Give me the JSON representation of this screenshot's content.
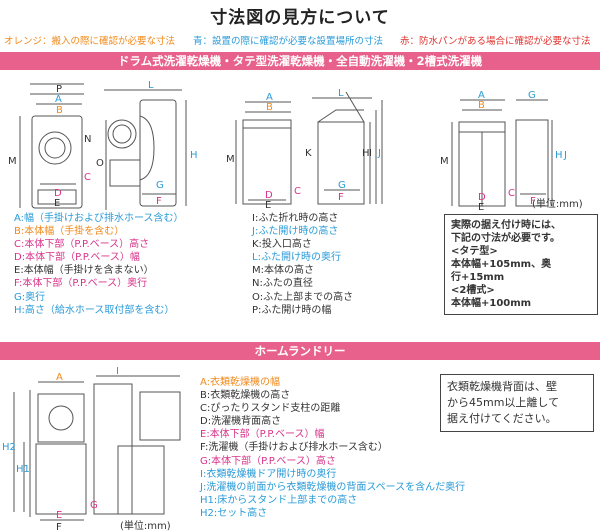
{
  "title": "寸法図の見方について",
  "legend": [
    {
      "text": "オレンジ：搬入の際に確認が必要な寸法",
      "color": "#f08a1c"
    },
    {
      "text": "青：設置の際に確認が必要な設置場所の寸法",
      "color": "#2a9bd8"
    },
    {
      "text": "赤：防水パンがある場合に確認が必要な寸法",
      "color": "#e0332f"
    }
  ],
  "section1_title": "ドラム式洗濯乾燥機・タテ型洗濯乾燥機・全自動洗濯機・2槽式洗濯機",
  "section2_title": "ホームランドリー",
  "unit": "(単位:mm)",
  "colors": {
    "orange": "#f08a1c",
    "blue": "#2a9bd8",
    "red": "#e0332f",
    "magenta": "#d8338b",
    "pink_bar": "#e8618c",
    "gray": "#333333"
  },
  "section1_left": [
    {
      "text": "A:幅（手掛けおよび排水ホース含む）",
      "color": "#2a9bd8"
    },
    {
      "text": "B:本体幅（手掛を含む）",
      "color": "#f08a1c"
    },
    {
      "text": "C:本体下部（P.P.ベース）高さ",
      "color": "#d8338b"
    },
    {
      "text": "D:本体下部（P.P.ベース）幅",
      "color": "#d8338b"
    },
    {
      "text": "E:本体幅（手掛けを含まない）",
      "color": "#333333"
    },
    {
      "text": "F:本体下部（P.P.ベース）奥行",
      "color": "#d8338b"
    },
    {
      "text": "G:奥行",
      "color": "#2a9bd8"
    },
    {
      "text": "H:高さ（給水ホース取付部を含む）",
      "color": "#2a9bd8"
    }
  ],
  "section1_right": [
    {
      "text": "I:ふた折れ時の高さ",
      "color": "#333333"
    },
    {
      "text": "J:ふた開け時の高さ",
      "color": "#2a9bd8"
    },
    {
      "text": "K:投入口高さ",
      "color": "#333333"
    },
    {
      "text": "L:ふた開け時の奥行",
      "color": "#2a9bd8"
    },
    {
      "text": "M:本体の高さ",
      "color": "#333333"
    },
    {
      "text": "N:ふたの直径",
      "color": "#333333"
    },
    {
      "text": "O:ふた上部までの高さ",
      "color": "#333333"
    },
    {
      "text": "P:ふた開け時の幅",
      "color": "#333333"
    }
  ],
  "note1": [
    "実際の据え付け時には、",
    "下記の寸法が必要です。",
    "<タテ型>",
    "本体幅+105mm、奥",
    "行+15mm",
    "<2槽式>",
    "本体幅+100mm"
  ],
  "section2_list": [
    {
      "text": "A:衣類乾燥機の幅",
      "color": "#f08a1c"
    },
    {
      "text": "B:衣類乾燥機の高さ",
      "color": "#333333"
    },
    {
      "text": "C:ぴったりスタンド支柱の距離",
      "color": "#333333"
    },
    {
      "text": "D:洗濯機背面高さ",
      "color": "#333333"
    },
    {
      "text": "E:本体下部（P.P.ベース）幅",
      "color": "#d8338b"
    },
    {
      "text": "F:洗濯機（手掛けおよび排水ホース含む）",
      "color": "#333333"
    },
    {
      "text": "G:本体下部（P.P.ベース）高さ",
      "color": "#d8338b"
    },
    {
      "text": "I:衣類乾燥機ドア開け時の奥行",
      "color": "#2a9bd8"
    },
    {
      "text": "J:洗濯機の前面から衣類乾燥機の背面スペースを含んだ奥行",
      "color": "#2a9bd8"
    },
    {
      "text": "H1:床からスタンド上部までの高さ",
      "color": "#2a9bd8"
    },
    {
      "text": "H2:セット高さ",
      "color": "#2a9bd8"
    }
  ],
  "note2": [
    "衣類乾燥機背面は、壁",
    "から45mm以上離して",
    "据え付けてください。"
  ],
  "diagram_labels": {
    "drum": [
      "P",
      "A",
      "B",
      "M",
      "N",
      "C",
      "D",
      "E"
    ],
    "drum_side": [
      "L",
      "O",
      "G",
      "F",
      "H"
    ],
    "tate": [
      "A",
      "B",
      "M",
      "D",
      "C",
      "E",
      "K",
      "L",
      "H",
      "I",
      "J",
      "G",
      "F"
    ],
    "twin": [
      "A",
      "B",
      "M",
      "D",
      "C",
      "E",
      "G",
      "H",
      "J",
      "F"
    ],
    "home": [
      "A",
      "I",
      "H2",
      "H1",
      "G",
      "E",
      "F"
    ]
  }
}
